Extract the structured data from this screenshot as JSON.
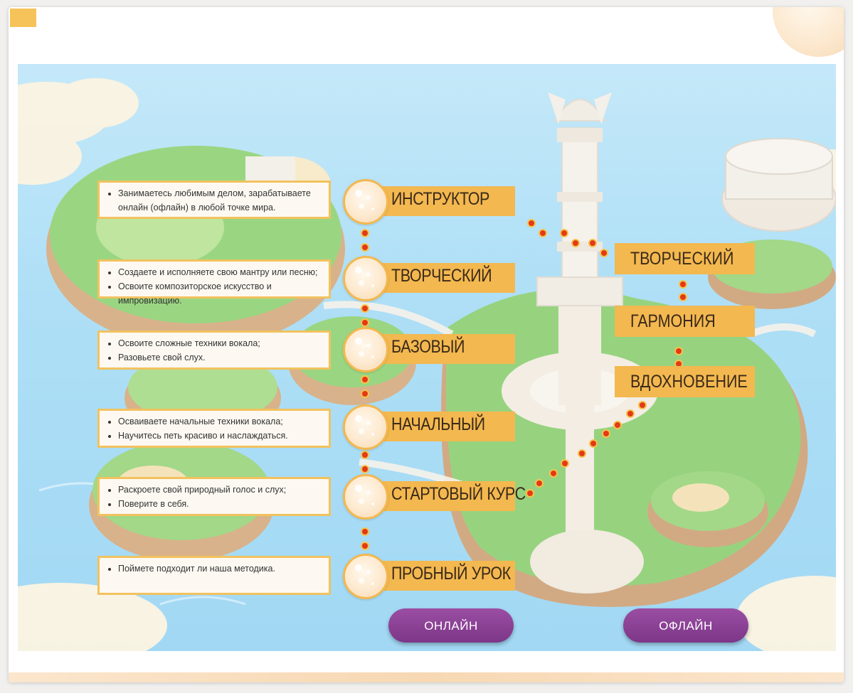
{
  "levels": [
    {
      "label": "ИНСТРУКТОР",
      "bullets": [
        "Занимаетесь любимым делом, зарабатываете онлайн (офлайн) в любой точке мира."
      ]
    },
    {
      "label": "ТВОРЧЕСКИЙ",
      "bullets": [
        "Создаете и исполняете свою мантру или песню;",
        "Освоите композиторское искусство и импровизацию."
      ]
    },
    {
      "label": "БАЗОВЫЙ",
      "bullets": [
        "Освоите сложные техники вокала;",
        "Разовьете свой слух."
      ]
    },
    {
      "label": "НАЧАЛЬНЫЙ",
      "bullets": [
        "Осваиваете начальные техники вокала;",
        "Научитесь петь красиво и наслаждаться."
      ]
    },
    {
      "label": "СТАРТОВЫЙ КУРС",
      "bullets": [
        "Раскроете свой природный голос и слух;",
        "Поверите в себя."
      ]
    },
    {
      "label": "ПРОБНЫЙ УРОК",
      "bullets": [
        "Поймете подходит ли наша методика."
      ]
    }
  ],
  "offline_levels": [
    "ТВОРЧЕСКИЙ",
    "ГАРМОНИЯ",
    "ВДОХНОВЕНИЕ"
  ],
  "buttons": {
    "online": "ОНЛАЙН",
    "offline": "ОФЛАЙН"
  },
  "colors": {
    "accent": "#f3b84f",
    "button": "#8a3f95",
    "sea": "#8fd3f3",
    "grass": "#6cbf4a"
  }
}
